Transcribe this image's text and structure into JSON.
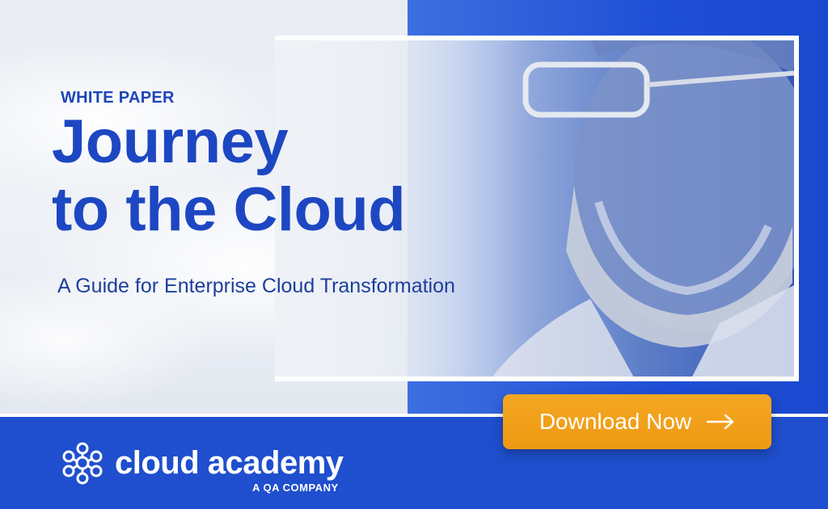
{
  "header": {
    "eyebrow": "WHITE PAPER",
    "title_line1": "Journey",
    "title_line2": "to the Cloud",
    "subtitle": "A Guide for Enterprise Cloud Transformation"
  },
  "cta": {
    "label": "Download Now",
    "icon": "arrow-right-icon"
  },
  "brand": {
    "name": "cloud academy",
    "tagline": "A QA COMPANY",
    "logo_icon": "cloud-academy-logo-icon"
  },
  "colors": {
    "primary_blue": "#1f4fce",
    "title_blue": "#1d47c2",
    "cta_orange": "#f5a623",
    "white": "#ffffff"
  }
}
